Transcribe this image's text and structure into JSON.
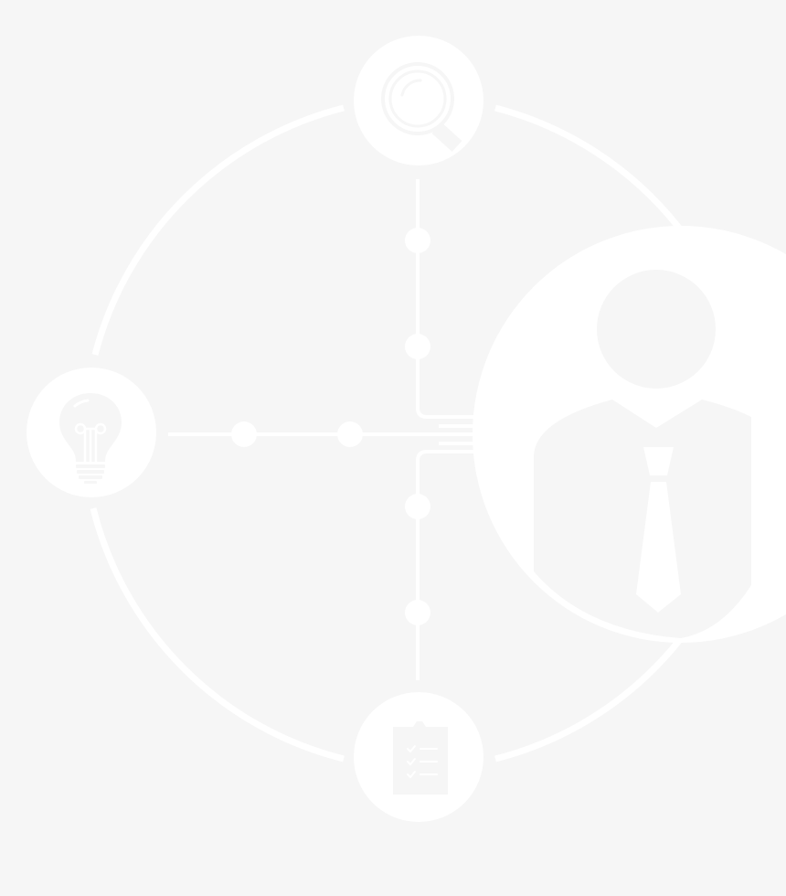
{
  "colors": {
    "background": "#f6f6f6",
    "foreground": "#ffffff"
  },
  "diagram": {
    "nodes": [
      {
        "id": "search",
        "icon": "magnifying-glass-icon"
      },
      {
        "id": "idea",
        "icon": "lightbulb-icon"
      },
      {
        "id": "checklist",
        "icon": "clipboard-checklist-icon"
      },
      {
        "id": "person",
        "icon": "businessman-tie-icon"
      }
    ],
    "connectors": [
      {
        "from": "search",
        "to": "person",
        "dot_count": 2
      },
      {
        "from": "idea",
        "to": "person",
        "dot_count": 2
      },
      {
        "from": "checklist",
        "to": "person",
        "dot_count": 2
      }
    ],
    "checklist_rows": 3
  }
}
